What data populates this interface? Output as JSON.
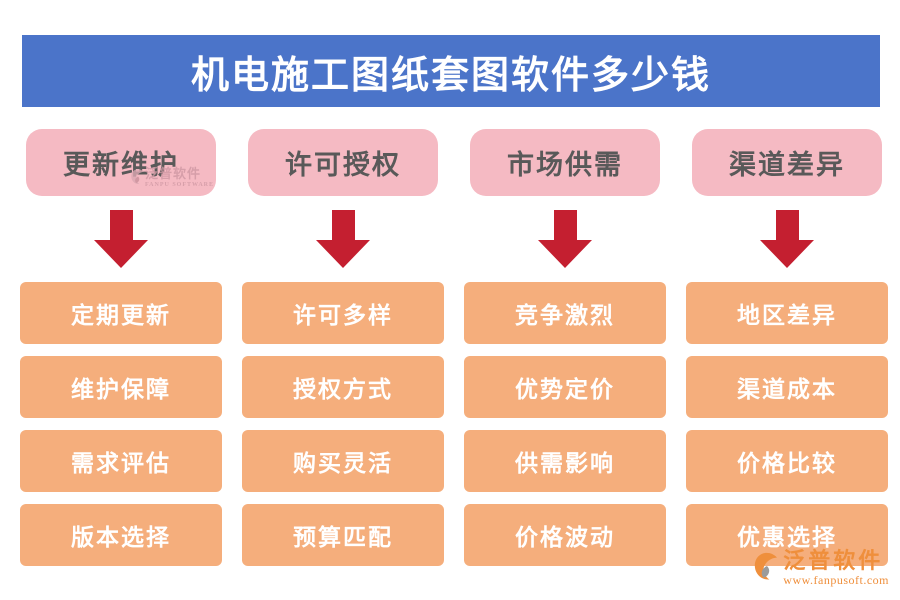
{
  "title": "机电施工图纸套图软件多少钱",
  "columns": [
    {
      "header": "更新维护",
      "items": [
        "定期更新",
        "维护保障",
        "需求评估",
        "版本选择"
      ]
    },
    {
      "header": "许可授权",
      "items": [
        "许可多样",
        "授权方式",
        "购买灵活",
        "预算匹配"
      ]
    },
    {
      "header": "市场供需",
      "items": [
        "竞争激烈",
        "优势定价",
        "供需影响",
        "价格波动"
      ]
    },
    {
      "header": "渠道差异",
      "items": [
        "地区差异",
        "渠道成本",
        "价格比较",
        "优惠选择"
      ]
    }
  ],
  "watermark": {
    "brand": "泛普软件",
    "brand_en": "FANPU SOFTWARE"
  },
  "footer_logo": {
    "brand": "泛普软件",
    "url": "www.fanpusoft.com"
  },
  "colors": {
    "blue": "#4b74c9",
    "pink": "#f5bac3",
    "pink-text": "#595959",
    "orange": "#f5ae7c",
    "red": "#c41f30",
    "logo-orange": "#ef8f3c"
  }
}
